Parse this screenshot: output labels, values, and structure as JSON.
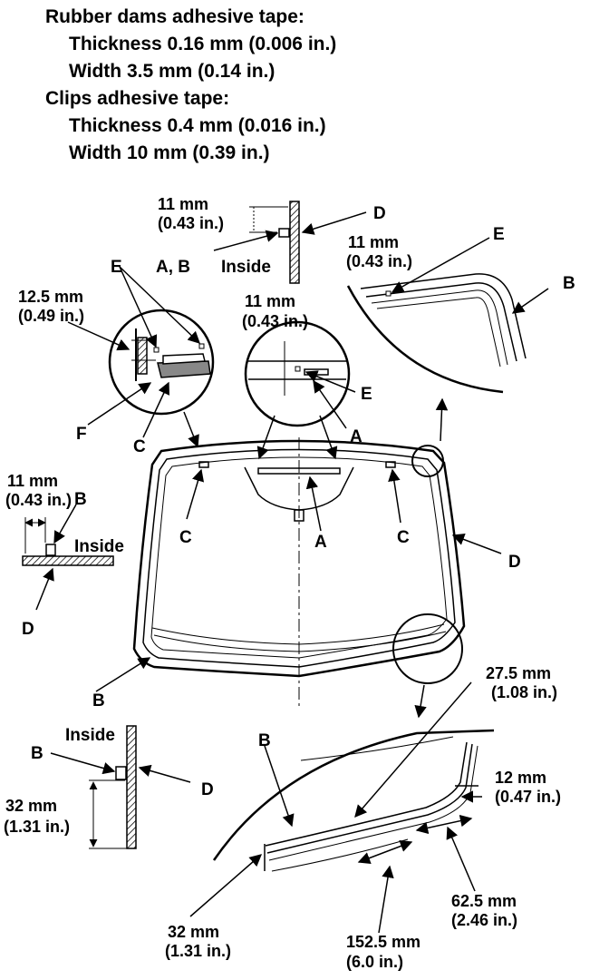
{
  "specs": {
    "rubber_title": "Rubber dams adhesive tape:",
    "rubber_thickness": "Thickness 0.16 mm (0.006 in.)",
    "rubber_width": "Width 3.5 mm (0.14 in.)",
    "clips_title": "Clips adhesive tape:",
    "clips_thickness": "Thickness 0.4 mm (0.016 in.)",
    "clips_width": "Width 10 mm (0.39 in.)"
  },
  "labels": {
    "a": "A",
    "b": "B",
    "c": "C",
    "d": "D",
    "e": "E",
    "f": "F",
    "ab": "A, B",
    "inside": "Inside"
  },
  "dims": {
    "d11_mm": "11 mm",
    "d11_in": "(0.43 in.)",
    "d12_5_mm": "12.5 mm",
    "d12_5_in": "(0.49 in.)",
    "d32_mm": "32 mm",
    "d32_in": "(1.31 in.)",
    "d27_5_mm": "27.5 mm",
    "d27_5_in": "(1.08 in.)",
    "d12_mm": "12 mm",
    "d12_in": "(0.47 in.)",
    "d62_5_mm": "62.5 mm",
    "d62_5_in": "(2.46 in.)",
    "d152_5_mm": "152.5 mm",
    "d152_5_in": "(6.0 in.)"
  }
}
